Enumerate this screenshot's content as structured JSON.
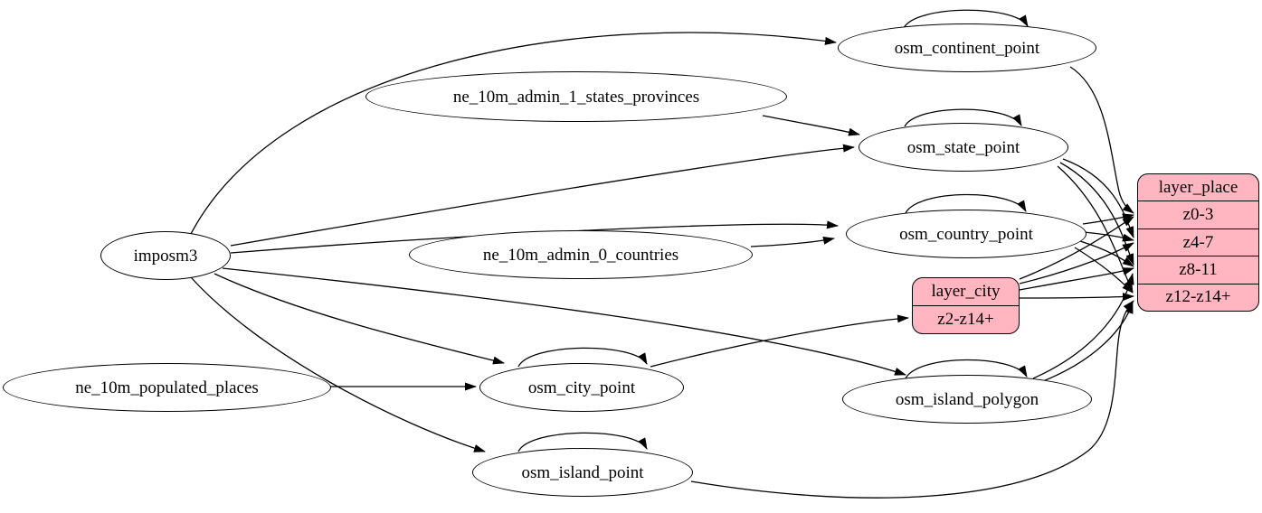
{
  "colors": {
    "background": "#ffffff",
    "table_fill": "#ffffff",
    "layer_fill": "#ffb6c1",
    "stroke": "#000000"
  },
  "nodes": {
    "ellipses": [
      {
        "id": "imposm3",
        "label": "imposm3"
      },
      {
        "id": "ne_10m_admin_1_states_provinces",
        "label": "ne_10m_admin_1_states_provinces"
      },
      {
        "id": "ne_10m_admin_0_countries",
        "label": "ne_10m_admin_0_countries"
      },
      {
        "id": "ne_10m_populated_places",
        "label": "ne_10m_populated_places"
      },
      {
        "id": "osm_continent_point",
        "label": "osm_continent_point"
      },
      {
        "id": "osm_state_point",
        "label": "osm_state_point"
      },
      {
        "id": "osm_country_point",
        "label": "osm_country_point"
      },
      {
        "id": "osm_city_point",
        "label": "osm_city_point"
      },
      {
        "id": "osm_island_polygon",
        "label": "osm_island_polygon"
      },
      {
        "id": "osm_island_point",
        "label": "osm_island_point"
      }
    ],
    "layer_city": {
      "title": "layer_city",
      "rows": [
        "z2-z14+"
      ]
    },
    "layer_place": {
      "title": "layer_place",
      "rows": [
        "z0-3",
        "z4-7",
        "z8-11",
        "z12-z14+"
      ]
    }
  },
  "edges": [
    {
      "from": "imposm3",
      "to": "osm_continent_point"
    },
    {
      "from": "imposm3",
      "to": "osm_state_point"
    },
    {
      "from": "imposm3",
      "to": "osm_country_point"
    },
    {
      "from": "imposm3",
      "to": "osm_city_point"
    },
    {
      "from": "imposm3",
      "to": "osm_island_polygon"
    },
    {
      "from": "imposm3",
      "to": "osm_island_point"
    },
    {
      "from": "ne_10m_admin_1_states_provinces",
      "to": "osm_state_point"
    },
    {
      "from": "ne_10m_admin_0_countries",
      "to": "osm_country_point"
    },
    {
      "from": "ne_10m_populated_places",
      "to": "osm_city_point"
    },
    {
      "from": "osm_continent_point",
      "to": "osm_continent_point",
      "self": true
    },
    {
      "from": "osm_state_point",
      "to": "osm_state_point",
      "self": true
    },
    {
      "from": "osm_country_point",
      "to": "osm_country_point",
      "self": true
    },
    {
      "from": "osm_city_point",
      "to": "osm_city_point",
      "self": true
    },
    {
      "from": "osm_island_polygon",
      "to": "osm_island_polygon",
      "self": true
    },
    {
      "from": "osm_island_point",
      "to": "osm_island_point",
      "self": true
    },
    {
      "from": "osm_continent_point",
      "to": "layer_place:z0-3"
    },
    {
      "from": "osm_state_point",
      "to": "layer_place:z4-7"
    },
    {
      "from": "osm_state_point",
      "to": "layer_place:z8-11"
    },
    {
      "from": "osm_state_point",
      "to": "layer_place:z12-z14+"
    },
    {
      "from": "osm_country_point",
      "to": "layer_place:z0-3"
    },
    {
      "from": "osm_country_point",
      "to": "layer_place:z4-7"
    },
    {
      "from": "osm_country_point",
      "to": "layer_place:z8-11"
    },
    {
      "from": "osm_country_point",
      "to": "layer_place:z12-z14+"
    },
    {
      "from": "osm_city_point",
      "to": "layer_city:z2-z14+"
    },
    {
      "from": "layer_city",
      "to": "layer_place:z0-3"
    },
    {
      "from": "layer_city",
      "to": "layer_place:z4-7"
    },
    {
      "from": "layer_city",
      "to": "layer_place:z8-11"
    },
    {
      "from": "layer_city",
      "to": "layer_place:z12-z14+"
    },
    {
      "from": "osm_island_polygon",
      "to": "layer_place:z8-11"
    },
    {
      "from": "osm_island_polygon",
      "to": "layer_place:z12-z14+"
    },
    {
      "from": "osm_island_point",
      "to": "layer_place:z12-z14+"
    }
  ]
}
